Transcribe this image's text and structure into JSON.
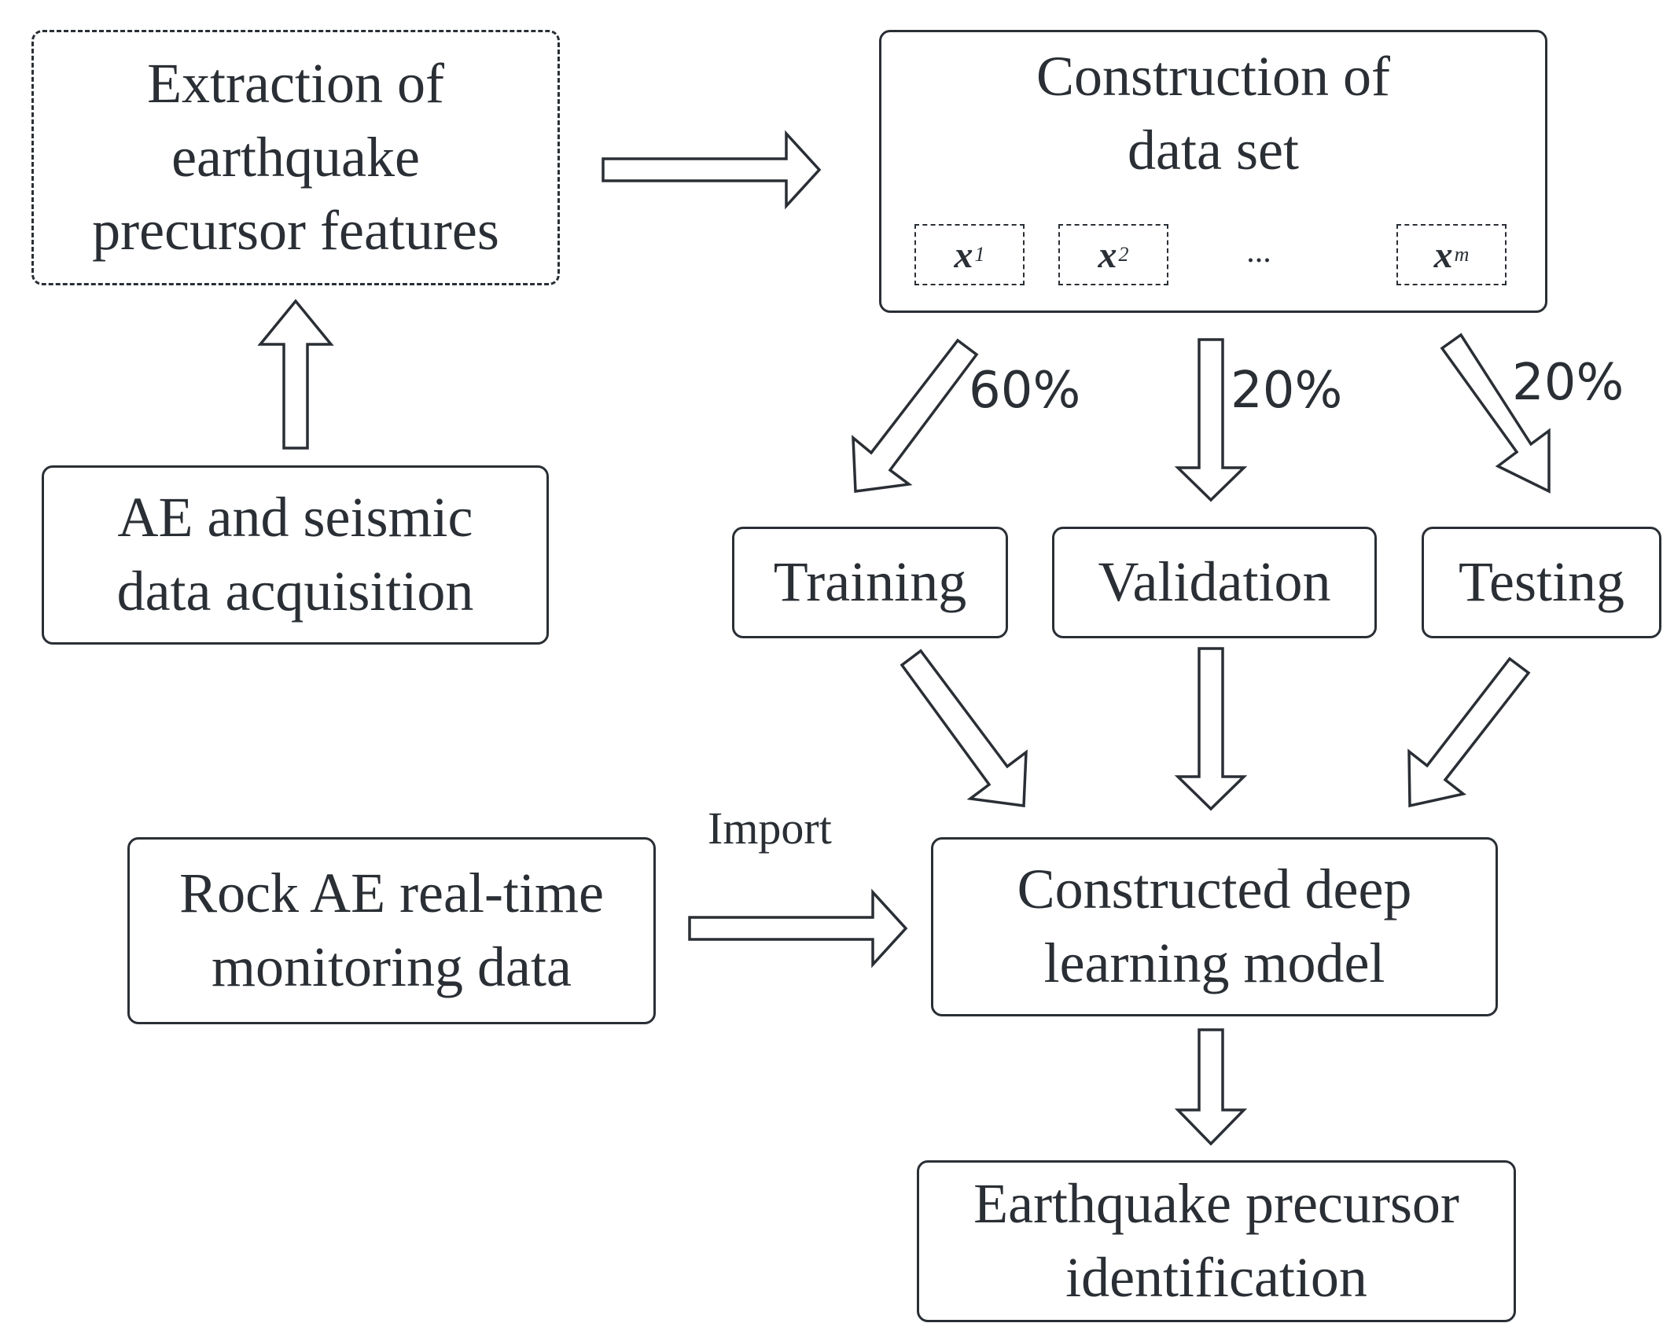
{
  "nodes": {
    "extraction": {
      "lines": [
        "Extraction of",
        "earthquake",
        "precursor features"
      ]
    },
    "acquisition": {
      "lines": [
        "AE and seismic",
        "data acquisition"
      ]
    },
    "dataset": {
      "lines": [
        "Construction of",
        "data set"
      ],
      "samples": [
        {
          "symbol": "x",
          "sub": "1"
        },
        {
          "symbol": "x",
          "sub": "2"
        },
        {
          "symbol": "x",
          "sub": "m"
        }
      ],
      "ellipsis": "..."
    },
    "training": {
      "label": "Training"
    },
    "validation": {
      "label": "Validation"
    },
    "testing": {
      "label": "Testing"
    },
    "model": {
      "lines": [
        "Constructed deep",
        "learning model"
      ]
    },
    "monitoring": {
      "lines": [
        "Rock AE real-time",
        "monitoring data"
      ]
    },
    "identification": {
      "lines": [
        "Earthquake precursor",
        "identification"
      ]
    }
  },
  "splits": {
    "training_pct": "60%",
    "validation_pct": "20%",
    "testing_pct": "20%"
  },
  "edges": {
    "import_label": "Import"
  }
}
